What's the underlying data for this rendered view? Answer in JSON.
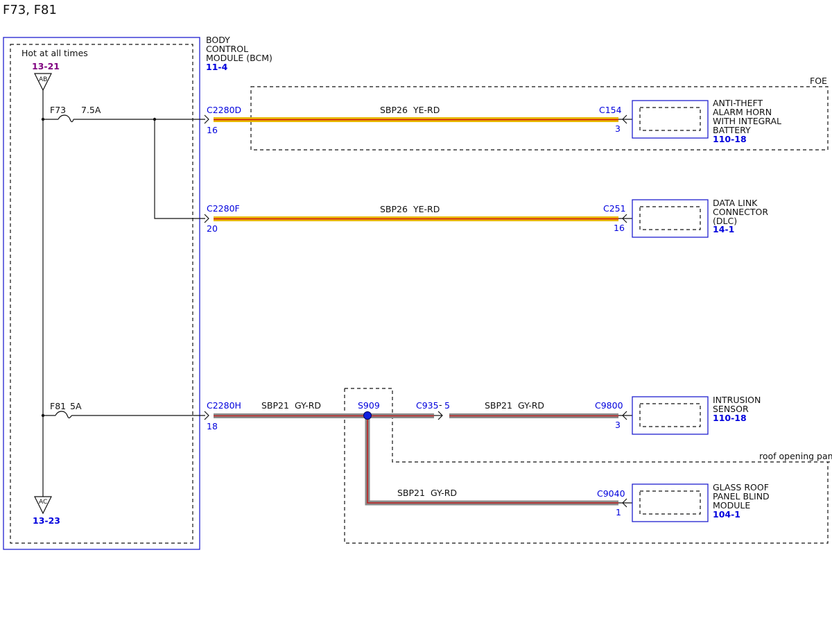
{
  "title": "F73, F81",
  "bcm": {
    "name_lines": [
      "BODY",
      "CONTROL",
      "MODULE (BCM)"
    ],
    "ref": "11-4",
    "hot_label": "Hot at all times",
    "source_ref": "13-21",
    "source_tag": "AB",
    "ground_tag": "AC",
    "ground_ref": "13-23",
    "fuse1": {
      "id": "F73",
      "rating": "7.5A"
    },
    "fuse2": {
      "id": "F81",
      "rating": "5A"
    }
  },
  "circuits": [
    {
      "connector": "C2280D",
      "pin": "16",
      "circuit": "SBP26",
      "color_code": "YE-RD",
      "far_connector": "C154",
      "far_pin": "3"
    },
    {
      "connector": "C2280F",
      "pin": "20",
      "circuit": "SBP26",
      "color_code": "YE-RD",
      "far_connector": "C251",
      "far_pin": "16"
    },
    {
      "connector": "C2280H",
      "pin": "18",
      "circuit": "SBP21",
      "color_code": "GY-RD",
      "splice": "S909",
      "inline_connector": "C935",
      "inline_pin": "5",
      "far_circuit": "SBP21",
      "far_color_code": "GY-RD",
      "far_connector": "C9800",
      "far_pin": "3"
    },
    {
      "circuit": "SBP21",
      "color_code": "GY-RD",
      "far_connector": "C9040",
      "far_pin": "1"
    }
  ],
  "components": [
    {
      "name_lines": [
        "ANTI-THEFT",
        "ALARM HORN",
        "WITH INTEGRAL",
        "BATTERY"
      ],
      "ref": "110-18"
    },
    {
      "name_lines": [
        "DATA LINK",
        "CONNECTOR",
        "(DLC)"
      ],
      "ref": "14-1"
    },
    {
      "name_lines": [
        "INTRUSION",
        "SENSOR"
      ],
      "ref": "110-18"
    },
    {
      "name_lines": [
        "GLASS ROOF",
        "PANEL BLIND",
        "MODULE"
      ],
      "ref": "104-1"
    }
  ],
  "options": {
    "foe": "FOE",
    "roof": "roof opening panel"
  },
  "colors": {
    "ye_rd_outer": "#e8b800",
    "ye_rd_stripe": "#d01010",
    "gy_rd_outer": "#8a8a8a",
    "gy_rd_stripe": "#c02020",
    "ref_blue": "#0000dd",
    "ref_purple": "#800080",
    "module_border": "#2020d0"
  }
}
